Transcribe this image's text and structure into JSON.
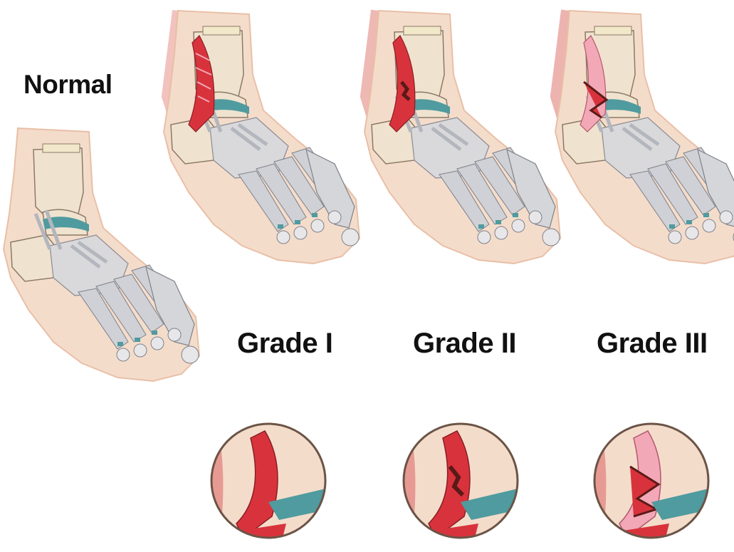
{
  "labels": {
    "normal": "Normal",
    "grade1": "Grade I",
    "grade2": "Grade II",
    "grade3": "Grade III"
  },
  "colors": {
    "skin": "#f4dccb",
    "skin_edge": "#e9bfa6",
    "skin_inflamed": "#e79a93",
    "bone": "#efe3cf",
    "bone_edge": "#8c7a66",
    "ligament": "#c9ccd2",
    "cartilage": "#4f9b9f",
    "ligament_red": "#d8333c",
    "ligament_pink": "#f2a8b7",
    "tear": "#5a1a18"
  },
  "illustrations": [
    {
      "id": "normal",
      "state": "normal"
    },
    {
      "id": "grade1",
      "state": "stretched"
    },
    {
      "id": "grade2",
      "state": "partial-tear"
    },
    {
      "id": "grade3",
      "state": "complete-tear"
    }
  ]
}
